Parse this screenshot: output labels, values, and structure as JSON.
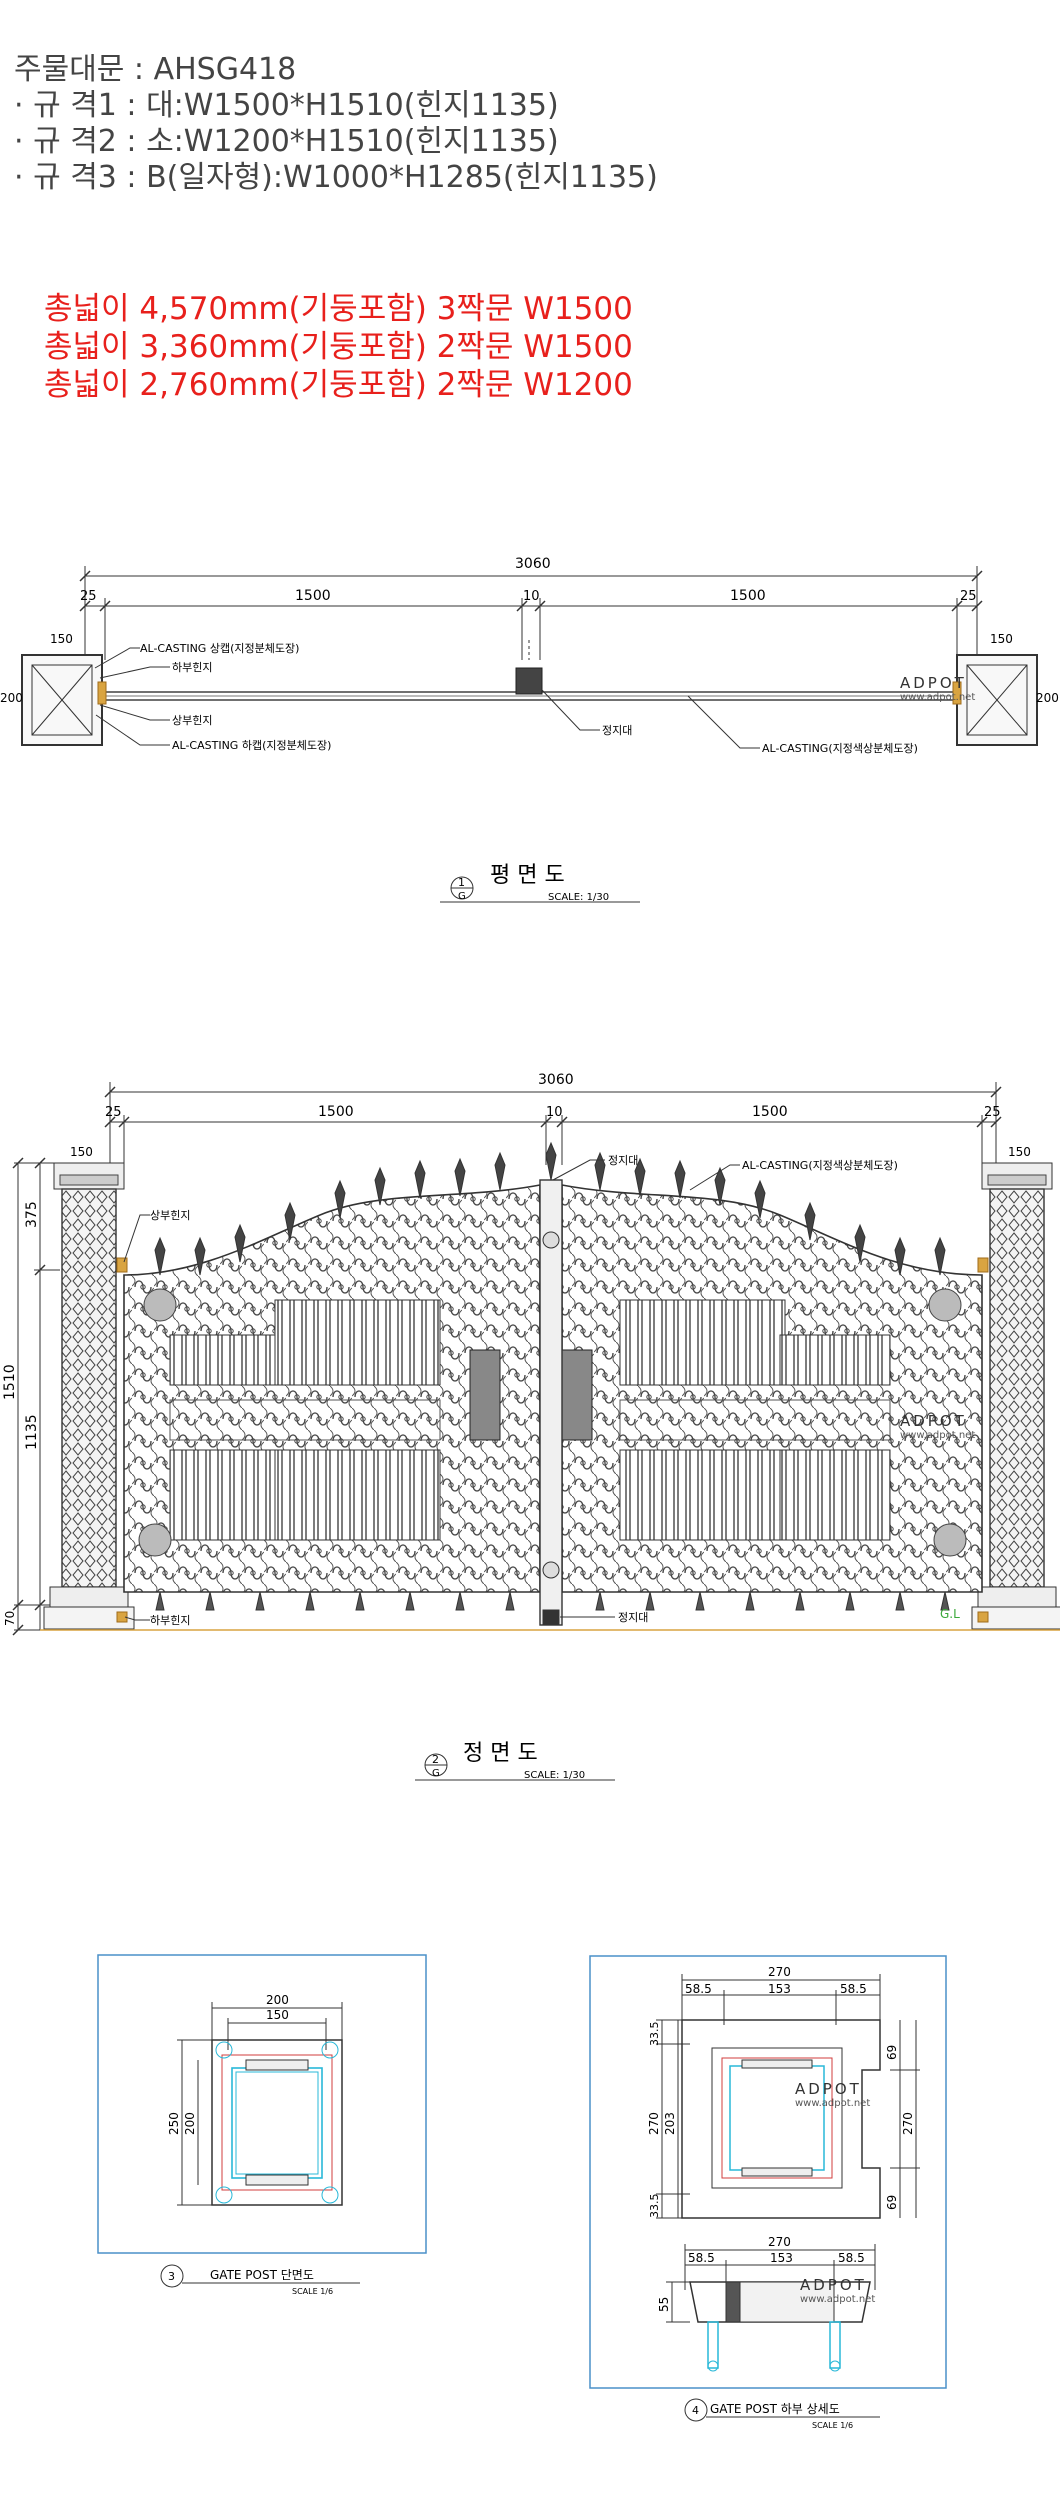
{
  "spec": {
    "title": "주물대문 : AHSG418",
    "line1": "· 규 격1 : 대:W1500*H1510(힌지1135)",
    "line2": "· 규 격2 : 소:W1200*H1510(힌지1135)",
    "line3": "· 규 격3 : B(일자형):W1000*H1285(힌지1135)"
  },
  "totals": {
    "line1": "총넓이 4,570mm(기둥포함) 3짝문 W1500",
    "line2": "총넓이 3,360mm(기둥포함) 2짝문 W1500",
    "line3": "총넓이 2,760mm(기둥포함) 2짝문 W1200"
  },
  "plan": {
    "dim_total": "3060",
    "dim_25_left": "25",
    "dim_1500_left": "1500",
    "dim_10": "10",
    "dim_1500_right": "1500",
    "dim_25_right": "25",
    "post_w_left": "150",
    "post_w_right": "150",
    "post_d_left": "200",
    "post_d_right": "200",
    "label_upper_casting": "AL-CASTING 상캡(지정분체도장)",
    "label_lower_hinge": "하부힌지",
    "label_upper_hinge": "상부힌지",
    "label_lower_casting": "AL-CASTING 하캡(지정분체도장)",
    "label_stopper": "정지대",
    "label_body_casting": "AL-CASTING(지정색상분체도장)",
    "title_num": "1",
    "title_sub": "G",
    "title": "평  면  도",
    "scale": "SCALE: 1/30"
  },
  "front": {
    "dim_total": "3060",
    "dim_25_left": "25",
    "dim_1500_left": "1500",
    "dim_10": "10",
    "dim_1500_right": "1500",
    "dim_25_right": "25",
    "post_w_left": "150",
    "post_w_right": "150",
    "dim_375": "375",
    "dim_1510": "1510",
    "dim_1135": "1135",
    "dim_70": "70",
    "label_stopper_top": "정지대",
    "label_body_casting": "AL-CASTING(지정색상분체도장)",
    "label_upper_hinge": "상부힌지",
    "label_lower_hinge": "하부힌지",
    "label_stopper_bottom": "정지대",
    "label_gl": "G.L",
    "title_num": "2",
    "title_sub": "G",
    "title": "정  면  도",
    "scale": "SCALE: 1/30"
  },
  "detail3": {
    "dim_200_top": "200",
    "dim_150": "150",
    "dim_250": "250",
    "dim_200_side": "200",
    "title_num": "3",
    "title": "GATE POST 단면도",
    "scale": "SCALE 1/6"
  },
  "detail4": {
    "dim_270_top": "270",
    "dim_585_a": "58.5",
    "dim_153": "153",
    "dim_585_b": "58.5",
    "dim_335_top": "33.5",
    "dim_270_left": "270",
    "dim_203": "203",
    "dim_335_bottom": "33.5",
    "dim_69_top": "69",
    "dim_270_right": "270",
    "dim_69_bottom": "69",
    "dim_270_base": "270",
    "dim_585_c": "58.5",
    "dim_153_base": "153",
    "dim_585_d": "58.5",
    "dim_55": "55",
    "title_num": "4",
    "title": "GATE POST 하부 상세도",
    "scale": "SCALE 1/6"
  },
  "watermark": {
    "brand": "ADPOT",
    "url": "www.adpot.net"
  },
  "colors": {
    "red_text": "#e8201c",
    "line": "#333333",
    "cyan": "#29b8d8",
    "frame": "#4a90c8",
    "gold": "#d9a441",
    "green": "#3aa83a"
  }
}
